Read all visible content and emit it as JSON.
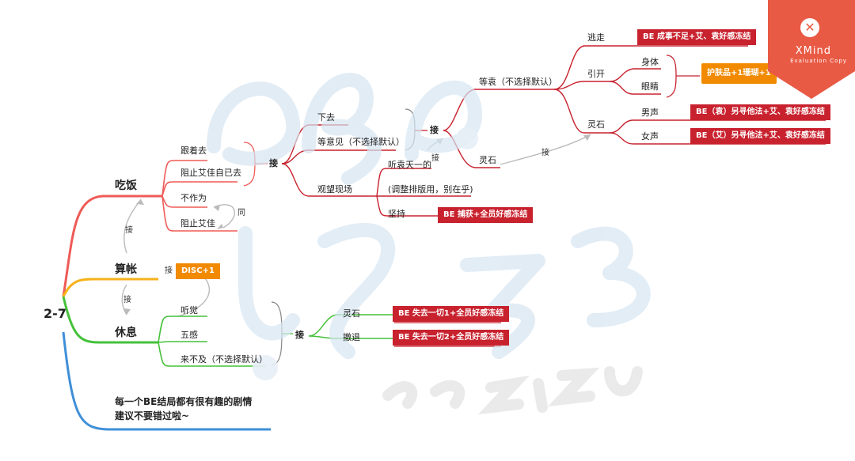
{
  "root": "2-7",
  "branches": {
    "eat": "吃饭",
    "settle": "算帐",
    "rest": "休息"
  },
  "eat_children": [
    "跟着去",
    "阻止艾佳自已去",
    "不作为",
    "阻止艾佳"
  ],
  "eat_connector": "接",
  "mid_children": [
    "下去",
    "等意见（不选择默认）",
    "观望现场"
  ],
  "mid_connector": "接",
  "wait_yuan": "等袁（不选择默认）",
  "lingshi": "灵石",
  "watch_children": [
    "听袁天一的",
    "(调整排版用，别在乎)",
    "坚持"
  ],
  "escape": "逃走",
  "lure": "引开",
  "body_eye": [
    "身体",
    "眼睛"
  ],
  "lingshi2": "灵石",
  "voices": [
    "男声",
    "女声"
  ],
  "tags": {
    "escape_be": "BE 成事不足+艾、袁好感冻结",
    "reward": "护肤品+1珊瑚+1",
    "male_be": "BE（袁）另寻他法+艾、袁好感冻结",
    "female_be": "BE（艾）另寻他法+艾、袁好感冻结",
    "insist_be": "BE 捕获+全员好感冻结",
    "disc": "DISC+1",
    "rest_lingshi_be": "BE 失去一切1+全员好感冻结",
    "rest_retreat_be": "BE 失去一切2+全员好感冻结"
  },
  "link_labels": {
    "same": "同",
    "jie_a": "接",
    "jie_b": "接",
    "jie_c": "接",
    "jie_d": "接",
    "jie_e": "接"
  },
  "rest_children": [
    "听觉",
    "五感",
    "来不及（不选择默认）"
  ],
  "rest_connector": "接",
  "rest_options": [
    "灵石",
    "撤退"
  ],
  "note": [
    "每一个BE结局都有很有趣的剧情",
    "建议不要错过啦~"
  ],
  "watermark": {
    "title": "XMind",
    "subtitle": "Evaluation Copy"
  },
  "colors": {
    "red": "#ef5b57",
    "yellow": "#f7b21b",
    "green": "#45c13a",
    "blue": "#3f8fd8",
    "be_red": "#c8222e",
    "orange": "#f28a00",
    "xmind": "#e95a44"
  }
}
